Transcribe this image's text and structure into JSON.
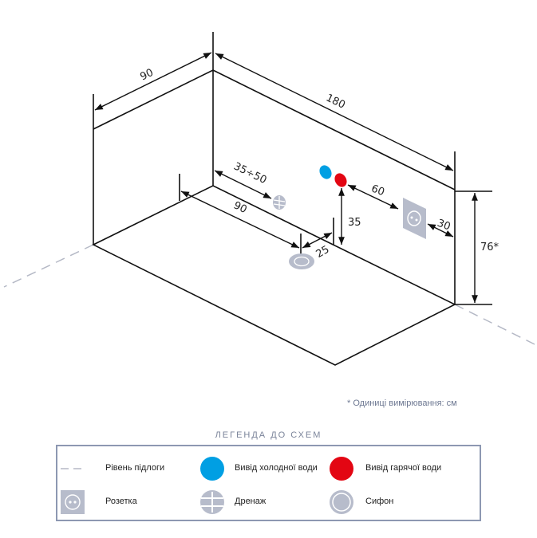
{
  "dimensions": {
    "width_depth": "90",
    "length": "180",
    "height": "76*",
    "drain_offset": "35÷50",
    "siphon_from_wall": "90",
    "siphon_offset": "25",
    "outlet_height": "35",
    "outlet_to_socket": "60",
    "socket_to_corner": "30"
  },
  "units_note": "* Одиниці вимірювання: см",
  "legend": {
    "title": "ЛЕГЕНДА ДО СХЕМ",
    "items": [
      {
        "label": "Рівень підлоги",
        "icon": "dashed-line-icon"
      },
      {
        "label": "Вивід холодної води",
        "icon": "cold-water-icon"
      },
      {
        "label": "Вивід гарячої води",
        "icon": "hot-water-icon"
      },
      {
        "label": "Розетка",
        "icon": "socket-icon"
      },
      {
        "label": "Дренаж",
        "icon": "drain-icon"
      },
      {
        "label": "Сифон",
        "icon": "siphon-icon"
      }
    ]
  },
  "colors": {
    "cold": "#009fe3",
    "hot": "#e30613",
    "fixture": "#b7bccb",
    "line": "#111111",
    "floor_dash": "#b5b9c6"
  }
}
